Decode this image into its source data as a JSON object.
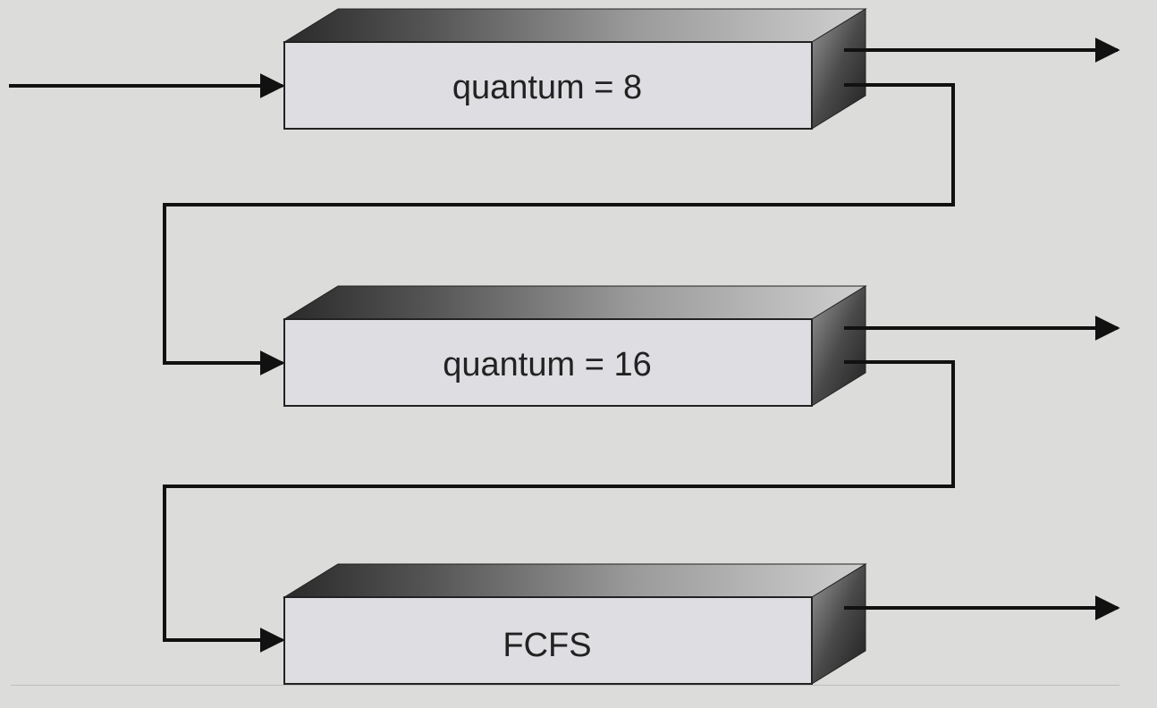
{
  "queues": [
    {
      "label": "quantum = 8"
    },
    {
      "label": "quantum = 16"
    },
    {
      "label": "FCFS"
    }
  ],
  "colors": {
    "background": "#dcdcda",
    "box_face": "#dedee2",
    "box_side": "#3a3a3a",
    "line": "#111111"
  }
}
